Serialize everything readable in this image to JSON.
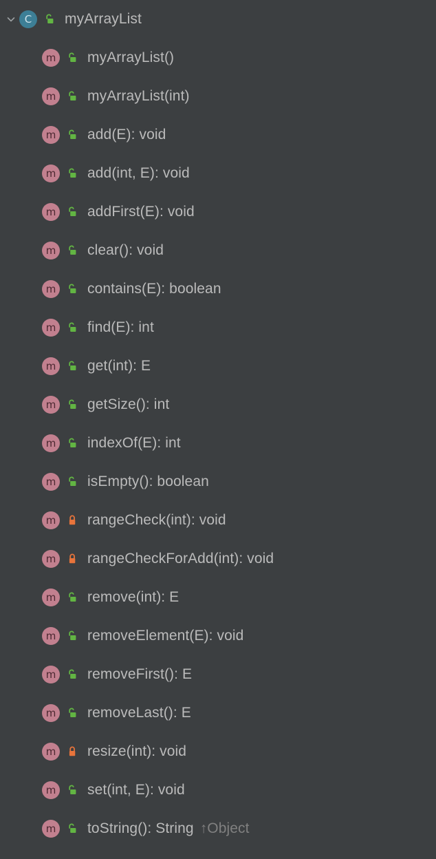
{
  "panel": {
    "name": "structure-tool-window",
    "background_color": "#3c3f41",
    "text_color": "#bbbbbb",
    "dim_text_color": "#808080"
  },
  "icons": {
    "chevron_down": "chevron-down-icon",
    "class_badge": "C",
    "method_badge": "m",
    "class_badge_color": "#3d7f96",
    "method_badge_color": "#c2808f",
    "public_lock_color": "#62b543",
    "private_lock_color": "#e8743b"
  },
  "root": {
    "label": "myArrayList",
    "kind": "class",
    "badge": "C",
    "visibility": "public",
    "expanded": true
  },
  "members": [
    {
      "label": "myArrayList()",
      "badge": "m",
      "visibility": "public",
      "override": ""
    },
    {
      "label": "myArrayList(int)",
      "badge": "m",
      "visibility": "public",
      "override": ""
    },
    {
      "label": "add(E): void",
      "badge": "m",
      "visibility": "public",
      "override": ""
    },
    {
      "label": "add(int, E): void",
      "badge": "m",
      "visibility": "public",
      "override": ""
    },
    {
      "label": "addFirst(E): void",
      "badge": "m",
      "visibility": "public",
      "override": ""
    },
    {
      "label": "clear(): void",
      "badge": "m",
      "visibility": "public",
      "override": ""
    },
    {
      "label": "contains(E): boolean",
      "badge": "m",
      "visibility": "public",
      "override": ""
    },
    {
      "label": "find(E): int",
      "badge": "m",
      "visibility": "public",
      "override": ""
    },
    {
      "label": "get(int): E",
      "badge": "m",
      "visibility": "public",
      "override": ""
    },
    {
      "label": "getSize(): int",
      "badge": "m",
      "visibility": "public",
      "override": ""
    },
    {
      "label": "indexOf(E): int",
      "badge": "m",
      "visibility": "public",
      "override": ""
    },
    {
      "label": "isEmpty(): boolean",
      "badge": "m",
      "visibility": "public",
      "override": ""
    },
    {
      "label": "rangeCheck(int): void",
      "badge": "m",
      "visibility": "private",
      "override": ""
    },
    {
      "label": "rangeCheckForAdd(int): void",
      "badge": "m",
      "visibility": "private",
      "override": ""
    },
    {
      "label": "remove(int): E",
      "badge": "m",
      "visibility": "public",
      "override": ""
    },
    {
      "label": "removeElement(E): void",
      "badge": "m",
      "visibility": "public",
      "override": ""
    },
    {
      "label": "removeFirst(): E",
      "badge": "m",
      "visibility": "public",
      "override": ""
    },
    {
      "label": "removeLast(): E",
      "badge": "m",
      "visibility": "public",
      "override": ""
    },
    {
      "label": "resize(int): void",
      "badge": "m",
      "visibility": "private",
      "override": ""
    },
    {
      "label": "set(int, E): void",
      "badge": "m",
      "visibility": "public",
      "override": ""
    },
    {
      "label": "toString(): String",
      "badge": "m",
      "visibility": "public",
      "override": "↑Object"
    }
  ]
}
